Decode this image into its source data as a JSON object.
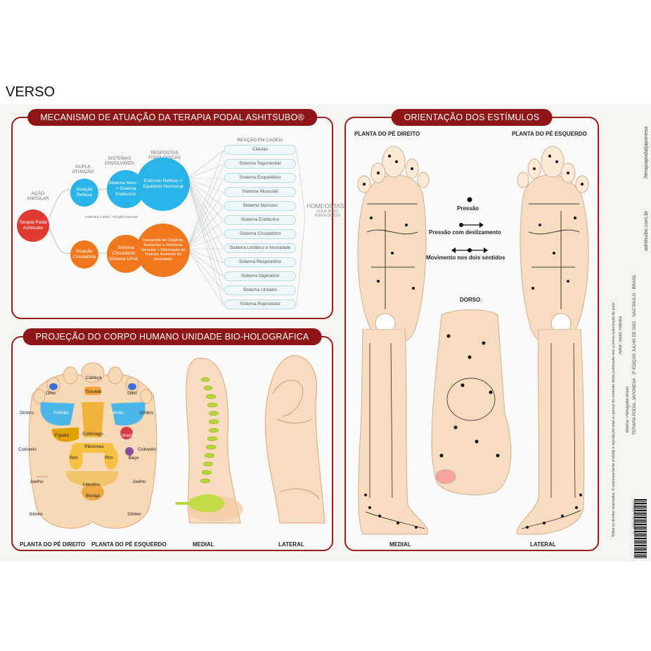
{
  "page": {
    "verso_label": "VERSO"
  },
  "mechanism": {
    "title": "MECANISMO DE ATUAÇÃO DA TERAPIA PODAL ASHITSUBO®",
    "col_labels": {
      "acao": "AÇÃO ANGULAR",
      "dupla": "DUPLA ATUAÇÃO",
      "sistemas": "SISTEMAS ENVOLVIDOS",
      "respostas": "RESPOSTAS FISIOLÓGICAS",
      "reacao": "REAÇÃO EM CADEIA"
    },
    "root": "Terapia Podal Ashitsubo",
    "reflexa": "Atuação Reflexa",
    "circulatoria": "Atuação Circulatória",
    "sist_blue": "Sistema Nervoso + Sistema Endócrino",
    "sist_orange": "Sistema Circulatório + Sistema Urinário",
    "resp_blue": "Estímulo Reflexo + Equilíbrio Hormonal",
    "resp_orange": "Transporte de Oxigênio, Nutrientes e Resíduos Venosos + Eliminação de Toxinas, Aumento da Imunidade",
    "copyright": "Ashitsubo © 2021 · All rights reserved",
    "homeostase": "HOMEOSTASE",
    "equilibrio": "EQUILÍBRIO FISIOLÓGICO",
    "chain": [
      "Células",
      "Sistema Tegumentar",
      "Sistema Esquelético",
      "Sistema Muscular",
      "Sistema Nervoso",
      "Sistema Endócrino",
      "Sistema Circulatório",
      "Sistema Linfático e Imunidade",
      "Sistema Respiratório",
      "Sistema Digestório",
      "Sistema Urinário",
      "Sistema Reprodutor"
    ]
  },
  "projection": {
    "title": "PROJEÇÃO  DO CORPO HUMANO UNIDADE BIO-HOLOGRÁFICA",
    "labels": {
      "cabeca": "Cabeça",
      "tireoide": "Tireoide",
      "olho": "Olho",
      "ombro": "Ombro",
      "pulmao": "Pulmão",
      "figado": "Fígado",
      "coracao": "Coração",
      "estomago": "Estômago",
      "cotovelo": "Cotovelo",
      "pancreas": "Pâncreas",
      "rim": "Rim",
      "baco": "Baço",
      "intestino": "Intestino",
      "bexiga": "Bexiga",
      "joelho": "Joelho",
      "gluteo": "Glúteo"
    },
    "captions": {
      "direito": "PLANTA DO PÉ DIREITO",
      "esquerdo": "PLANTA DO PÉ ESQUERDO",
      "medial": "MEDIAL",
      "lateral": "LATERAL"
    }
  },
  "stimuli": {
    "title": "ORIENTAÇÃO DOS ESTÍMULOS",
    "foot_right": "PLANTA DO PÉ DIREITO",
    "foot_left": "PLANTA DO PÉ ESQUERDO",
    "legend": {
      "pressao": "Pressão",
      "deslizamento": "Pressão com deslizamento",
      "movimento": "Movimento nos dois sentidos"
    },
    "dorso": "DORSO",
    "medial": "MEDIAL",
    "lateral": "LATERAL"
  },
  "side": {
    "brand": "/terapiapodaljaponesa",
    "site": "ashitsubo.com.br",
    "info": "TERAPIA PODAL JAPONESA · 2ª EDIÇÃO JULHO DE 2021 · SÃO PAULO · BRASIL",
    "idioma": "Idioma: Português Brasil",
    "autor": "Autor: Issao Tobioka",
    "rights": "Todos os direitos reservados. É expressamente proibida a reprodução total ou parcial do conteúdo desta publicação sem a prévia autorização do autor",
    "isbn": "9 786599 544002"
  },
  "colors": {
    "brand_red": "#8e1616",
    "reflex_blue": "#2ab3e6",
    "circ_orange": "#f0771e",
    "root_red": "#e03a32"
  }
}
